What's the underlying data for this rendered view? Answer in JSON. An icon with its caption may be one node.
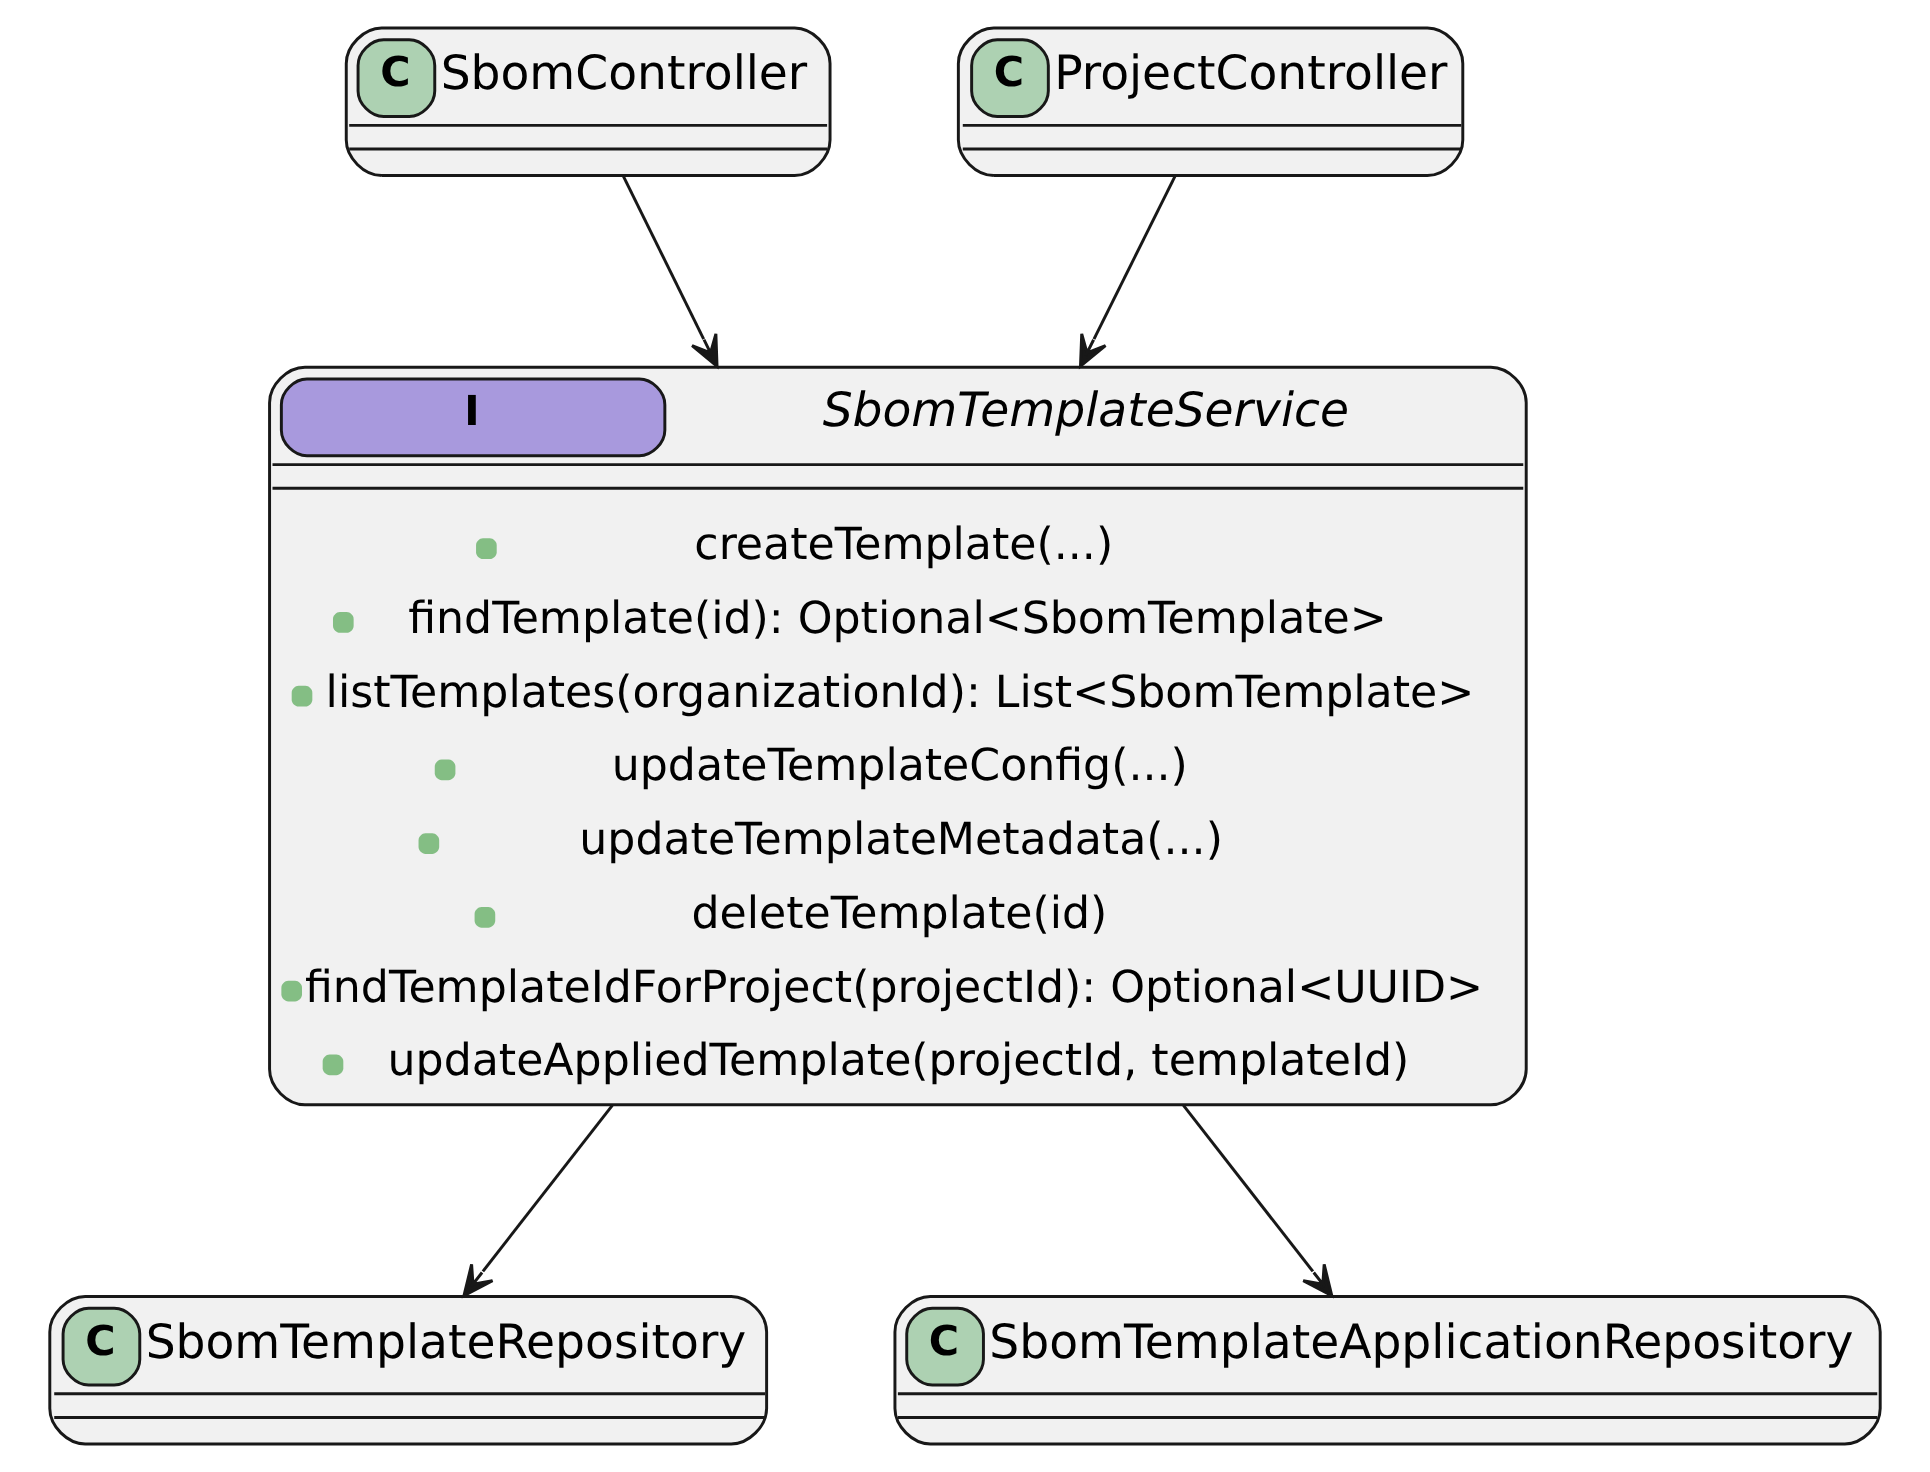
{
  "diagram": {
    "nodes": [
      {
        "text": [
          "C",
          "SbomController"
        ]
      },
      {
        "text": [
          "C",
          "ProjectController"
        ]
      },
      {
        "text": [
          "I",
          "SbomTemplateService",
          "createTemplate(...)",
          "findTemplate(id): Optional<SbomTemplate>",
          "listTemplates(organizationId): List<SbomTemplate>",
          "updateTemplateConfig(...)",
          "updateTemplateMetadata(...)",
          "deleteTemplate(id)",
          "findTemplateIdForProject(projectId): Optional<UUID>",
          "updateAppliedTemplate(projectId, templateId)"
        ]
      },
      {
        "text": [
          "C",
          "SbomTemplateRepository"
        ]
      },
      {
        "text": [
          "C",
          "SbomTemplateApplicationRepository"
        ]
      }
    ],
    "edges": [
      {
        "from": 0,
        "to": 2,
        "arrow": "to"
      },
      {
        "from": 1,
        "to": 2,
        "arrow": "to"
      },
      {
        "from": 2,
        "to": 3,
        "arrow": "to"
      },
      {
        "from": 2,
        "to": 4,
        "arrow": "to"
      }
    ]
  }
}
